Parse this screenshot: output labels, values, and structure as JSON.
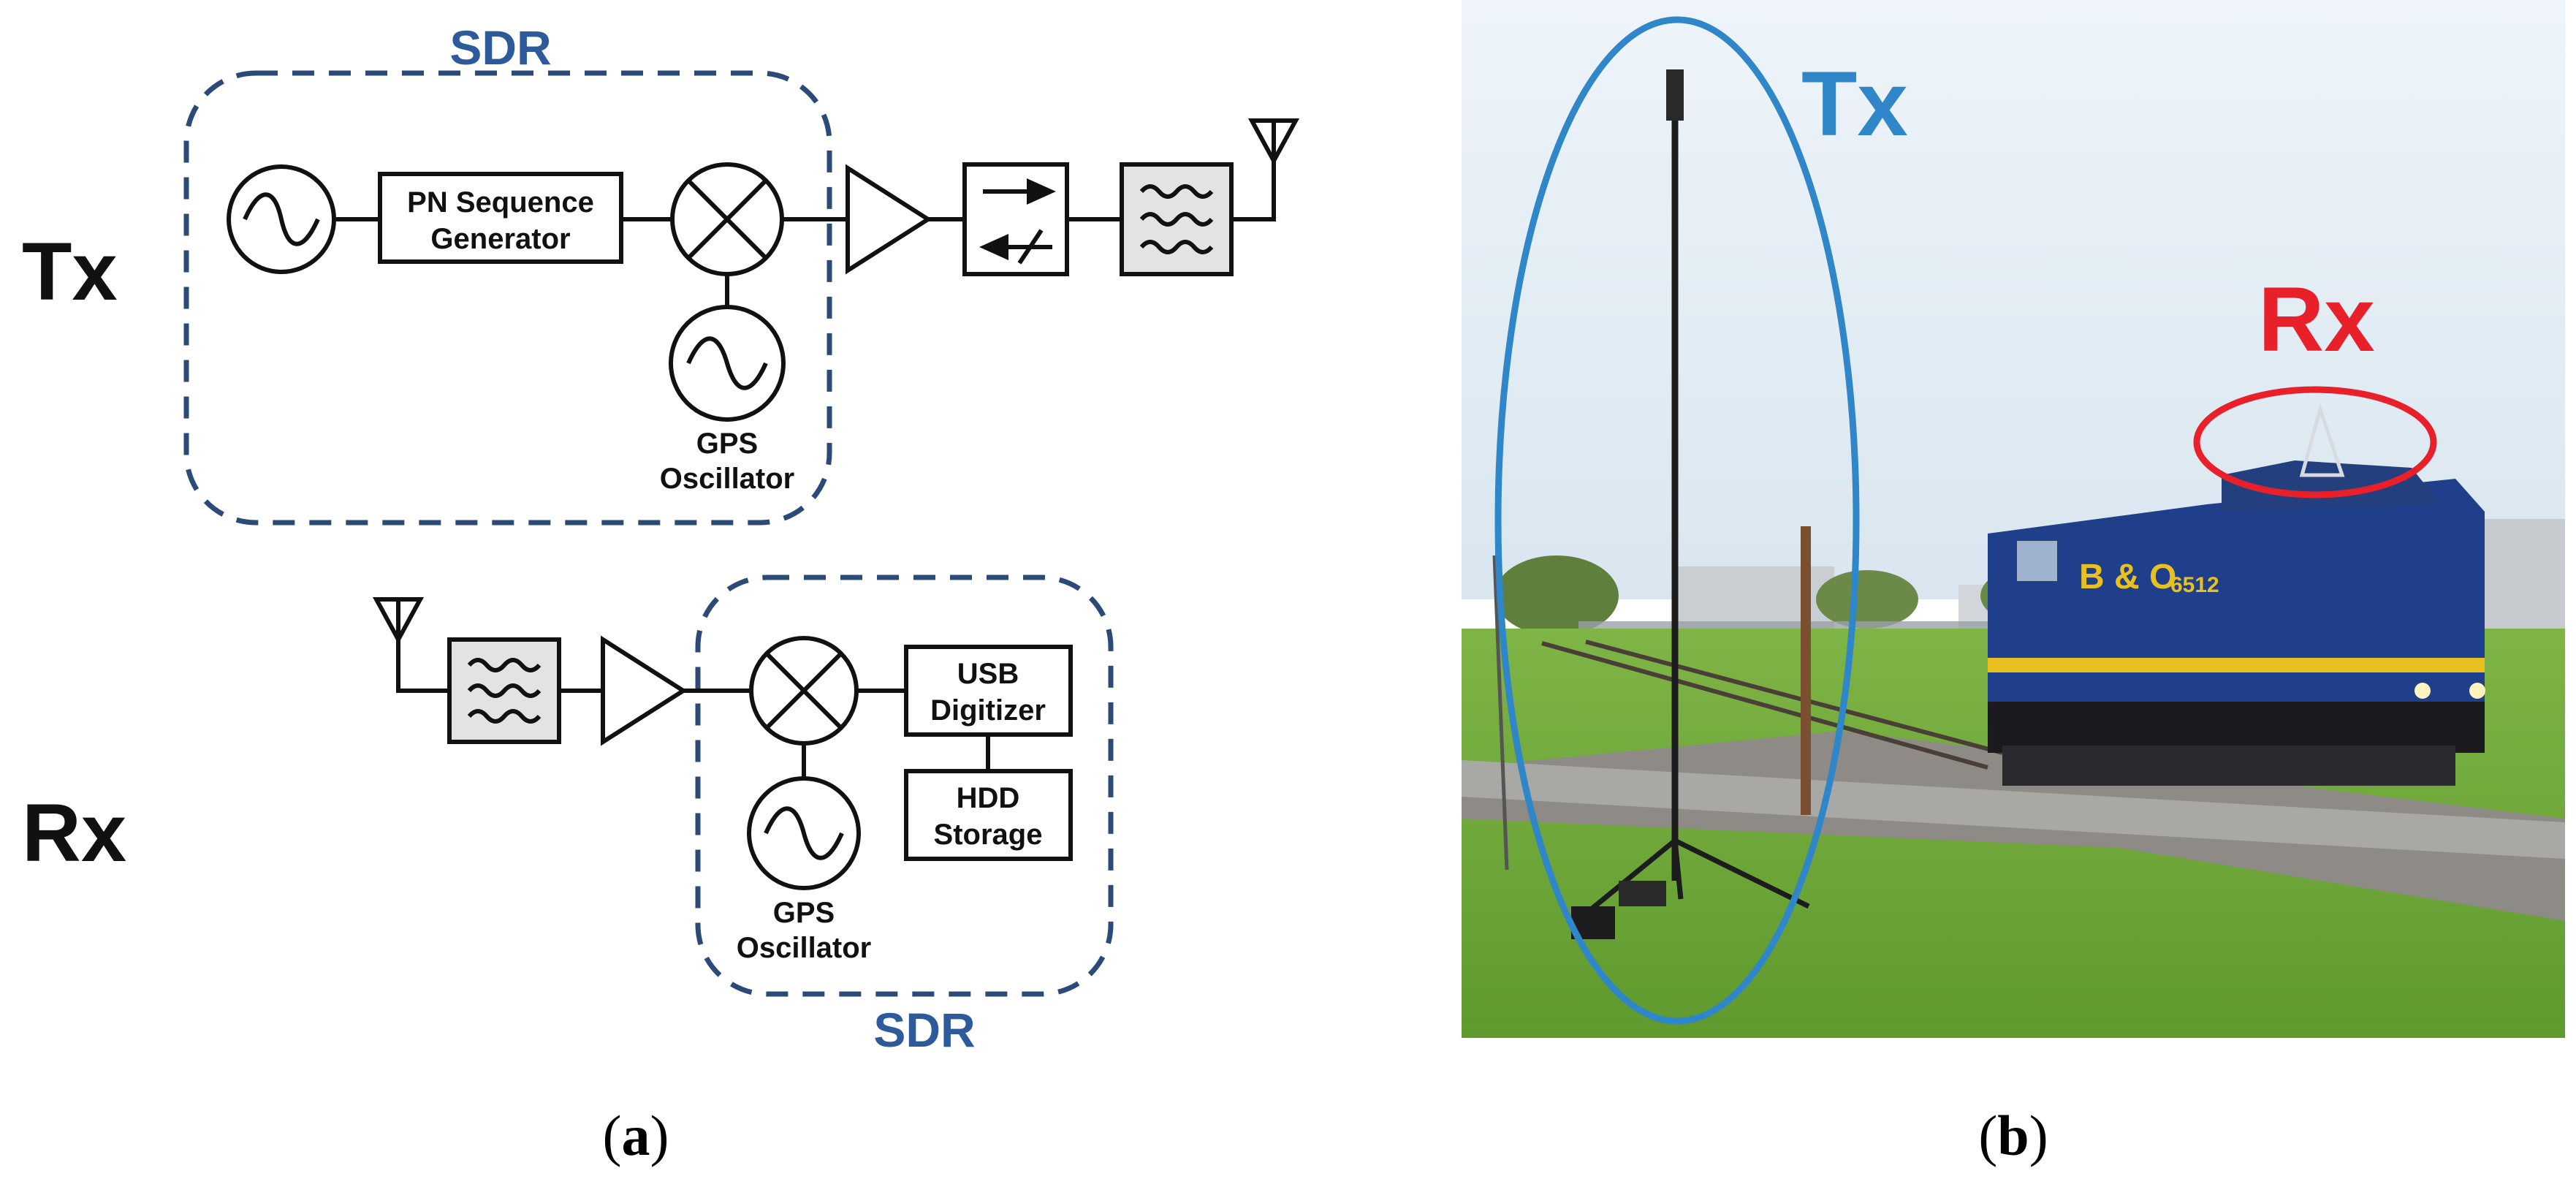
{
  "panel_a": {
    "tx": {
      "label": "Tx",
      "sdr_label": "SDR",
      "pn_line1": "PN Sequence",
      "pn_line2": "Generator",
      "gps_line1": "GPS",
      "gps_line2": "Oscillator"
    },
    "rx": {
      "label": "Rx",
      "sdr_label": "SDR",
      "usb_line1": "USB",
      "usb_line2": "Digitizer",
      "hdd_line1": "HDD",
      "hdd_line2": "Storage",
      "gps_line1": "GPS",
      "gps_line2": "Oscillator"
    },
    "caption_open": "(",
    "caption_letter": "a",
    "caption_close": ")"
  },
  "panel_b": {
    "tx_label": "Tx",
    "rx_label": "Rx",
    "locomotive_logo": "B & O",
    "locomotive_number": "6512",
    "tx_highlight_color": "#2f86c8",
    "rx_highlight_color": "#e8202a",
    "caption_open": "(",
    "caption_letter": "b",
    "caption_close": ")"
  },
  "colors": {
    "sdr_border": "#2c4a78",
    "sdr_text": "#2c5a9a",
    "locomotive_blue": "#1f3f8a",
    "locomotive_stripe": "#e8c020",
    "grass": "#6fa53c"
  }
}
